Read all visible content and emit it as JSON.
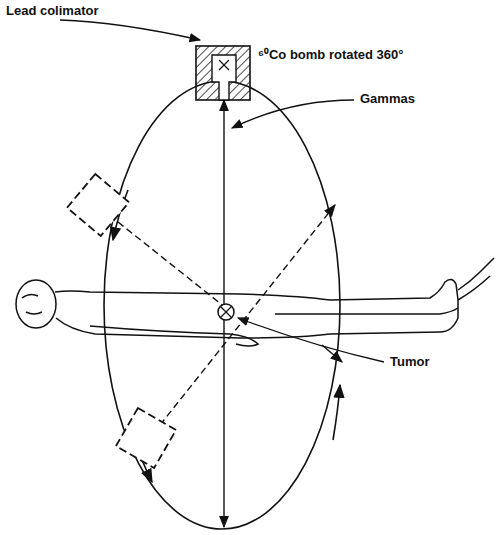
{
  "diagram": {
    "labels": [
      "Lead colimator",
      "⁶⁰Co bomb rotated 360°",
      "Gammas",
      "Tumor"
    ]
  }
}
